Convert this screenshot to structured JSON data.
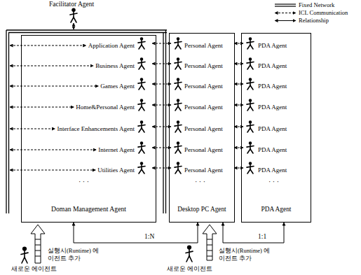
{
  "diagram": {
    "nodes": [
      {
        "text": [
          "Doman Management Agent"
        ]
      },
      {
        "text": [
          "Application Agent"
        ],
        "in": 0
      },
      {
        "text": [
          "Business Agent"
        ],
        "in": 0
      },
      {
        "text": [
          "Games Agent"
        ],
        "in": 0
      },
      {
        "text": [
          "Home&Personal Agent"
        ],
        "in": 0
      },
      {
        "text": [
          "Interface Enhancements Agent"
        ],
        "in": 0
      },
      {
        "text": [
          "Internet Agent"
        ],
        "in": 0
      },
      {
        "text": [
          "Utilities Agent"
        ],
        "in": 0
      },
      {
        "text": [
          "Desktop PC Agent"
        ]
      },
      {
        "text": [
          "Personal Agent"
        ],
        "in": 8
      },
      {
        "text": [
          "Personal Agent"
        ],
        "in": 8
      },
      {
        "text": [
          "Personal Agent"
        ],
        "in": 8
      },
      {
        "text": [
          "Personal Agent"
        ],
        "in": 8
      },
      {
        "text": [
          "Personal Agent"
        ],
        "in": 8
      },
      {
        "text": [
          "Personal Agent"
        ],
        "in": 8
      },
      {
        "text": [
          "Personal Agent"
        ],
        "in": 8
      },
      {
        "text": [
          "PDA Agent"
        ]
      },
      {
        "text": [
          "PDA Agent"
        ],
        "in": 16
      },
      {
        "text": [
          "PDA Agent"
        ],
        "in": 16
      },
      {
        "text": [
          "PDA Agent"
        ],
        "in": 16
      },
      {
        "text": [
          "PDA Agent"
        ],
        "in": 16
      },
      {
        "text": [
          "PDA Agent"
        ],
        "in": 16
      },
      {
        "text": [
          "PDA Agent"
        ],
        "in": 16
      },
      {
        "text": [
          "PDA Agent"
        ],
        "in": 16
      }
    ],
    "edges": [
      {
        "from": 1,
        "to": 9,
        "arrow": "both"
      },
      {
        "from": 2,
        "to": 10,
        "arrow": "both"
      },
      {
        "from": 3,
        "to": 11,
        "arrow": "both"
      },
      {
        "from": 4,
        "to": 12,
        "arrow": "both"
      },
      {
        "from": 5,
        "to": 13,
        "arrow": "both"
      },
      {
        "from": 6,
        "to": 14,
        "arrow": "both"
      },
      {
        "from": 7,
        "to": 15,
        "arrow": "both"
      },
      {
        "from": 9,
        "to": 17,
        "arrow": "both"
      },
      {
        "from": 10,
        "to": 18,
        "arrow": "both"
      },
      {
        "from": 11,
        "to": 19,
        "arrow": "both"
      },
      {
        "from": 12,
        "to": 20,
        "arrow": "both"
      },
      {
        "from": 13,
        "to": 21,
        "arrow": "both"
      },
      {
        "from": 14,
        "to": 22,
        "arrow": "both"
      },
      {
        "from": 15,
        "to": 23,
        "arrow": "both"
      },
      {
        "from": 0,
        "to": 8,
        "label": "1:N",
        "arrow": "both"
      },
      {
        "from": 8,
        "to": 16,
        "label": "1:1",
        "arrow": "both"
      }
    ],
    "labels": [
      "Facilitator Agent",
      "· · ·",
      "· · ·",
      "· · ·",
      "실행시(Runtime) 에이전트 추가",
      "새로운 에이전트",
      "실행시(Runtime) 에이전트 추가",
      "새로운 에이전트"
    ],
    "legend": [
      {
        "text": "Fixed Network"
      },
      {
        "text": "ICL Communication"
      },
      {
        "text": "Relationship"
      }
    ]
  }
}
